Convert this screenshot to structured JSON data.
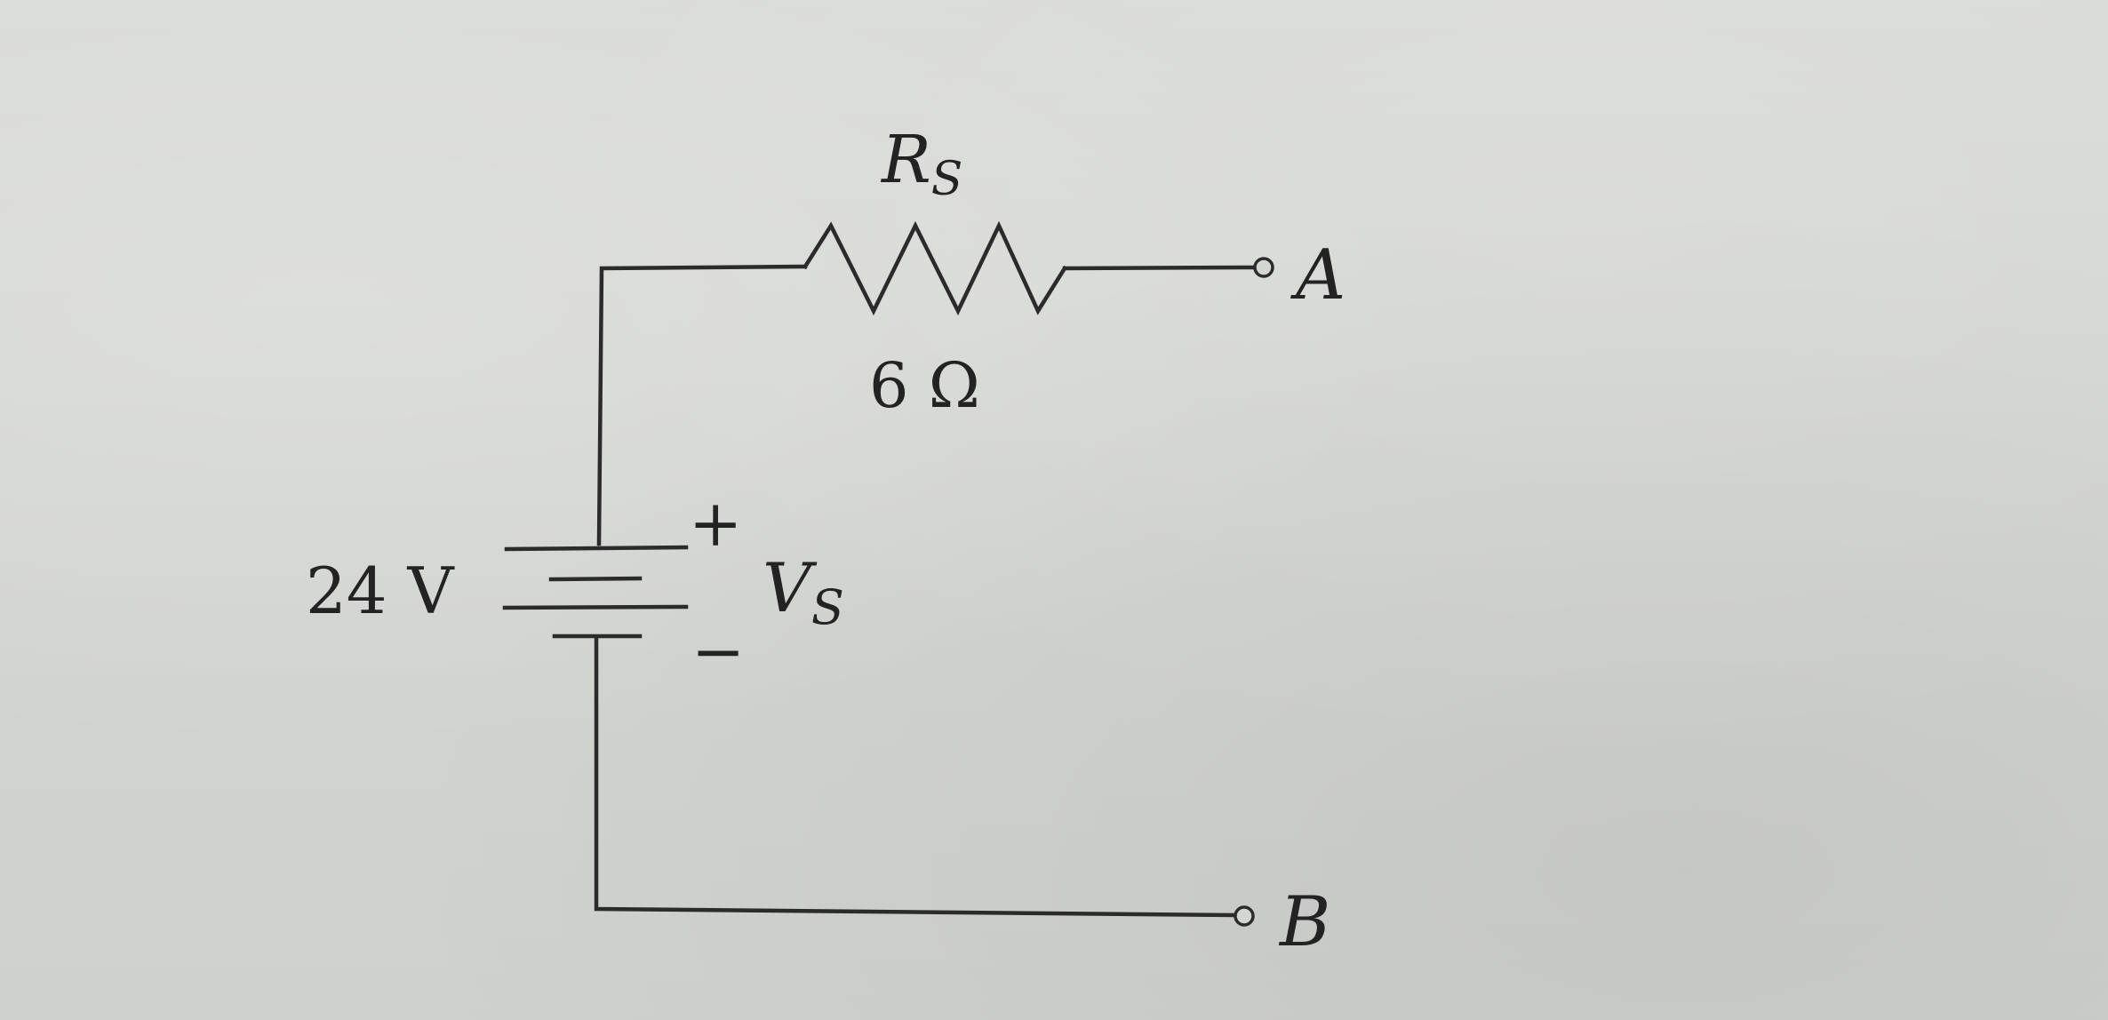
{
  "resistor": {
    "name_main": "R",
    "name_sub": "S",
    "value": "6 Ω"
  },
  "source": {
    "value": "24 V",
    "name_main": "V",
    "name_sub": "S",
    "plus": "+",
    "minus": "−"
  },
  "terminals": {
    "a": "A",
    "b": "B"
  }
}
